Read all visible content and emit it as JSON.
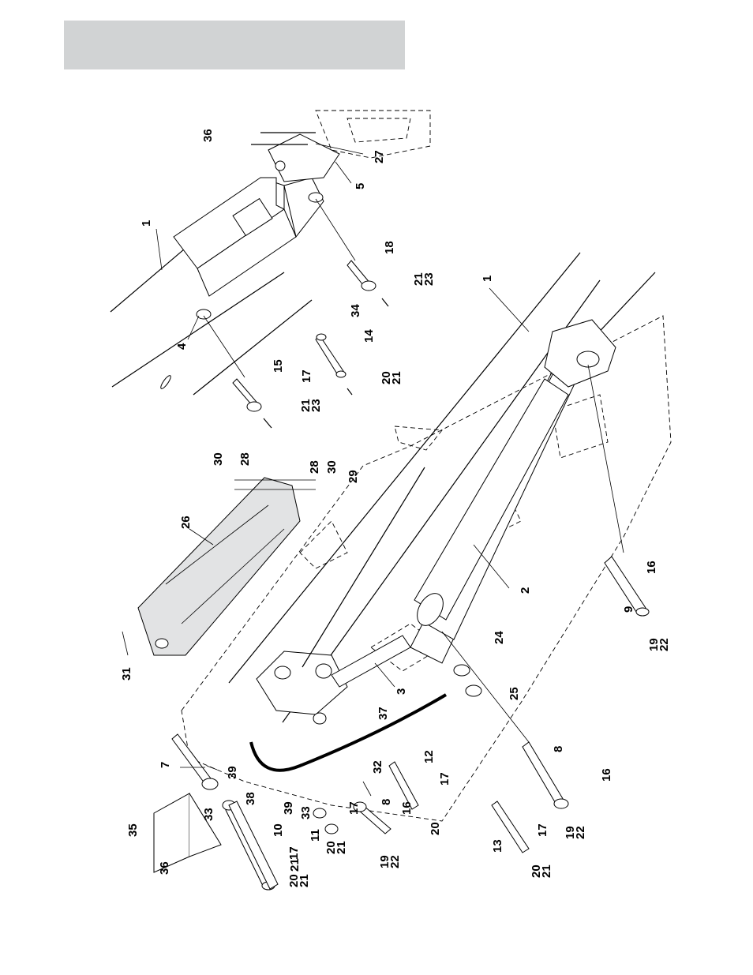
{
  "header": {
    "bar_color": "#d1d3d4",
    "title": ""
  },
  "diagram": {
    "callouts": {
      "c_1a": "1",
      "c_1b": "1",
      "c_2": "2",
      "c_3": "3",
      "c_4": "4",
      "c_5": "5",
      "c_7": "7",
      "c_8a": "8",
      "c_8b": "8",
      "c_9": "9",
      "c_10": "10",
      "c_11": "11",
      "c_12": "12",
      "c_13": "13",
      "c_14": "14",
      "c_15": "15",
      "c_16a": "16",
      "c_16b": "16",
      "c_16c": "16",
      "c_17a": "17",
      "c_17b": "17",
      "c_17c": "17",
      "c_17d": "17",
      "c_17e": "17",
      "c_17f": "17",
      "c_18": "18",
      "c_19a": "19",
      "c_19b": "19",
      "c_19c": "19",
      "c_20a": "20",
      "c_20b": "20",
      "c_20c": "20",
      "c_20d": "20",
      "c_20e": "20",
      "c_21a": "21",
      "c_21b": "21",
      "c_21c": "21",
      "c_21d": "21",
      "c_21e": "21",
      "c_21f": "21",
      "c_21g": "21",
      "c_22a": "22",
      "c_22b": "22",
      "c_22c": "22",
      "c_23a": "23",
      "c_23b": "23",
      "c_24": "24",
      "c_25": "25",
      "c_26": "26",
      "c_27": "27",
      "c_28a": "28",
      "c_28b": "28",
      "c_29": "29",
      "c_30a": "30",
      "c_30b": "30",
      "c_31": "31",
      "c_32": "32",
      "c_33a": "33",
      "c_33b": "33",
      "c_34": "34",
      "c_35": "35",
      "c_36a": "36",
      "c_36b": "36",
      "c_37": "37",
      "c_38": "38",
      "c_39a": "39",
      "c_39b": "39"
    }
  }
}
